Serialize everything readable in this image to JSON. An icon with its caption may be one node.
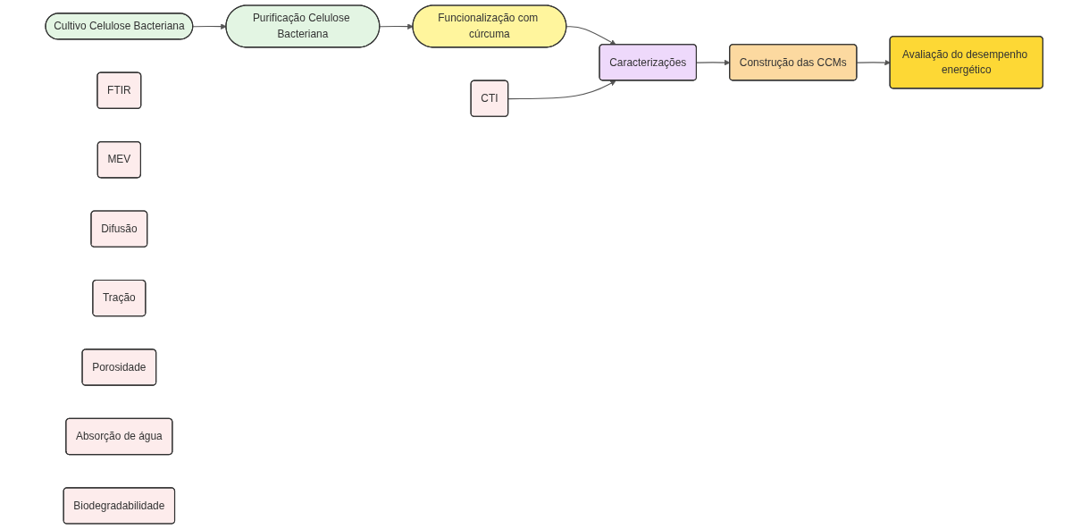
{
  "diagram": {
    "nodes": [
      {
        "text": [
          "Cultivo Celulose Bacteriana"
        ]
      },
      {
        "text": [
          "Purificação Celulose Bacteriana"
        ]
      },
      {
        "text": [
          "Funcionalização com cúrcuma"
        ]
      },
      {
        "text": [
          "Caracterizações"
        ]
      },
      {
        "text": [
          "CTI"
        ]
      },
      {
        "text": [
          "FTIR"
        ]
      },
      {
        "text": [
          "MEV"
        ]
      },
      {
        "text": [
          "Difusão"
        ]
      },
      {
        "text": [
          "Tração"
        ]
      },
      {
        "text": [
          "Porosidade"
        ]
      },
      {
        "text": [
          "Absorção de água"
        ]
      },
      {
        "text": [
          "Biodegradabilidade"
        ]
      },
      {
        "text": [
          "Construção das CCMs"
        ]
      },
      {
        "text": [
          "Avaliação do desempenho energético"
        ]
      }
    ],
    "edges": [
      {
        "from": 0,
        "to": 1,
        "arrow": "to"
      },
      {
        "from": 1,
        "to": 2,
        "arrow": "to"
      },
      {
        "from": 2,
        "to": 3,
        "arrow": "to"
      },
      {
        "from": 4,
        "to": 3,
        "arrow": "to"
      },
      {
        "from": 3,
        "to": 12,
        "arrow": "to"
      },
      {
        "from": 12,
        "to": 13,
        "arrow": "to"
      }
    ]
  }
}
